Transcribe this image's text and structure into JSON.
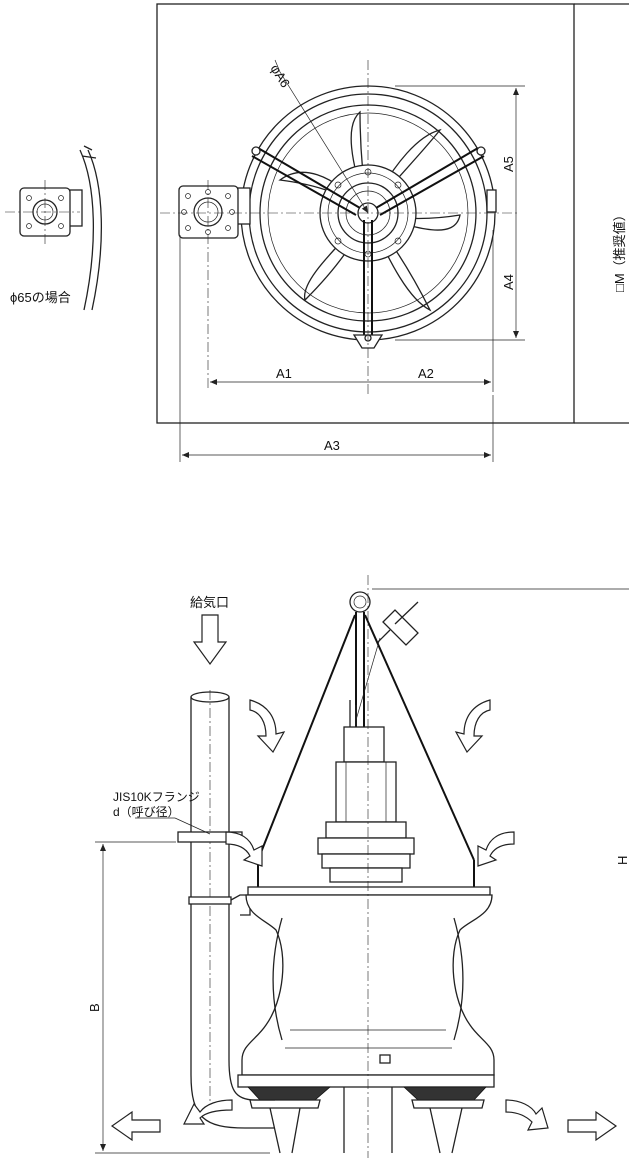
{
  "labels": {
    "phi_a6": "φA6",
    "a1": "A1",
    "a2": "A2",
    "a3": "A3",
    "a4": "A4",
    "a5": "A5",
    "square_m": "□M（推奨値）",
    "phi65_case": "ϕ65の場合",
    "air_inlet": "給気口",
    "flange_line1": "JIS10Kフランジ",
    "flange_line2": "d（呼び径）",
    "h": "H",
    "b": "B"
  }
}
